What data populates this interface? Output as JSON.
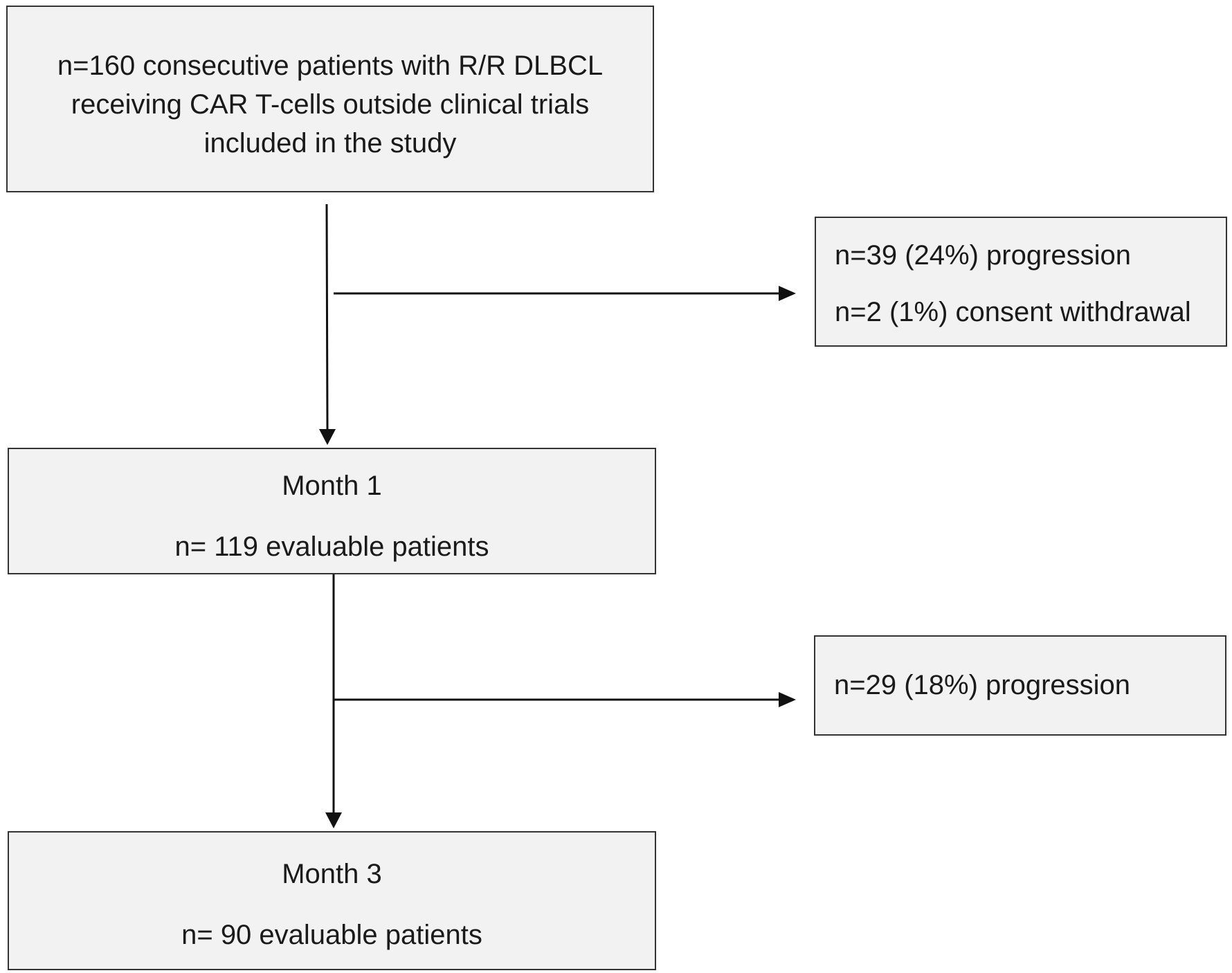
{
  "flow": {
    "enrolled": {
      "lines": [
        "n=160 consecutive patients with R/R DLBCL",
        "receiving CAR T-cells outside clinical trials",
        "included in the study"
      ]
    },
    "exclusion_1": {
      "lines": [
        "n=39 (24%) progression",
        "n=2 (1%) consent withdrawal"
      ]
    },
    "month_1": {
      "label": "Month 1",
      "count": "n= 119 evaluable patients"
    },
    "exclusion_2": {
      "lines": [
        "n=29 (18%) progression"
      ]
    },
    "month_3": {
      "label": "Month 3",
      "count": "n= 90 evaluable patients"
    }
  },
  "colors": {
    "box_fill": "#f2f2f2",
    "box_border": "#333333",
    "arrow": "#111111"
  }
}
